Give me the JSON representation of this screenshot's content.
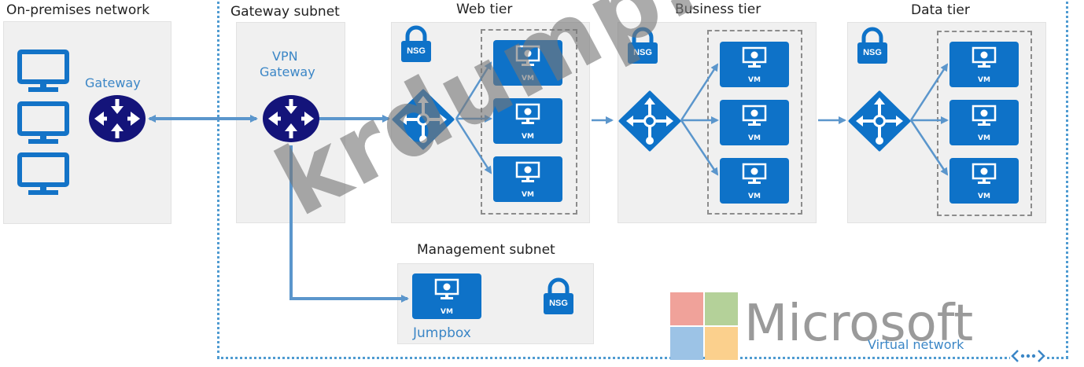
{
  "diagram": {
    "colors": {
      "panel_bg": "#f0f0f0",
      "vm_blue": "#0e72c8",
      "router_navy": "#14147a",
      "connector_blue": "#5b96cc",
      "vnet_dotted": "#4f9bd1",
      "label_blue": "#3b86c6"
    },
    "on_premises": {
      "title": "On-premises network",
      "computers": [
        "monitor-icon",
        "monitor-icon",
        "monitor-icon"
      ],
      "gateway_label": "Gateway"
    },
    "gateway_subnet": {
      "title": "Gateway subnet",
      "vpn_label_line1": "VPN",
      "vpn_label_line2": "Gateway"
    },
    "tiers": [
      {
        "title": "Web tier",
        "nsg": "NSG",
        "vms": [
          "VM",
          "VM",
          "VM"
        ]
      },
      {
        "title": "Business tier",
        "nsg": "NSG",
        "vms": [
          "VM",
          "VM",
          "VM"
        ]
      },
      {
        "title": "Data tier",
        "nsg": "NSG",
        "vms": [
          "VM",
          "VM",
          "VM"
        ]
      }
    ],
    "management_subnet": {
      "title": "Management subnet",
      "vm_label": "VM",
      "jumpbox_label": "Jumpbox",
      "nsg": "NSG"
    },
    "virtual_network": {
      "label": "Virtual network",
      "icon": "vnet-icon"
    },
    "watermark": {
      "text": "krdump.com",
      "brand": "Microsoft",
      "logo_colors": [
        "#f0a29a",
        "#b4d199",
        "#9cc3e6",
        "#fbd08d"
      ]
    }
  }
}
